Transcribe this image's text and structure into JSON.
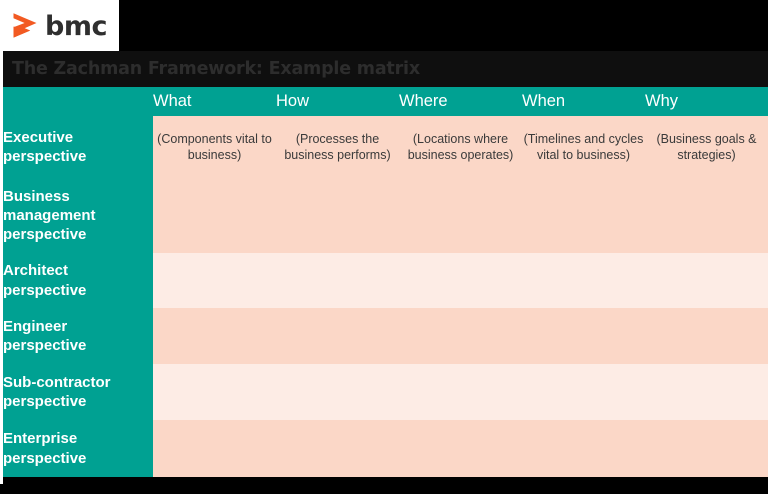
{
  "brand": {
    "logo_word": "bmc",
    "logo_mark_name": "bmc-chevron-logo",
    "logo_color": "#f25a22",
    "wordmark_color": "#2f2f2f"
  },
  "title": {
    "text": "The Zachman Framework: Example matrix"
  },
  "colors": {
    "accent_teal": "#00a192",
    "row_dark": "#fbd7c7",
    "row_light": "#fdece5",
    "background": "#000000",
    "grid_line": "#ffffff",
    "cell_text": "#3a3a3a",
    "header_text": "#ffffff"
  },
  "matrix": {
    "corner_label": "",
    "columns": [
      "What",
      "How",
      "Where",
      "When",
      "Why"
    ],
    "rows": [
      {
        "label": "Executive perspective",
        "shade": "dark",
        "cells": [
          "(Components vital to business)",
          "(Processes the business performs)",
          "(Locations where business operates)",
          "(Timelines and cycles vital to business)",
          "(Business goals & strategies)"
        ]
      },
      {
        "label": "Business management perspective",
        "shade": "dark",
        "cells": [
          "",
          "",
          "",
          "",
          ""
        ]
      },
      {
        "label": "Architect perspective",
        "shade": "light",
        "cells": [
          "",
          "",
          "",
          "",
          ""
        ]
      },
      {
        "label": "Engineer perspective",
        "shade": "dark",
        "cells": [
          "",
          "",
          "",
          "",
          ""
        ]
      },
      {
        "label": "Sub-contractor perspective",
        "shade": "light",
        "cells": [
          "",
          "",
          "",
          "",
          ""
        ]
      },
      {
        "label": "Enterprise perspective",
        "shade": "dark",
        "cells": [
          "",
          "",
          "",
          "",
          ""
        ]
      }
    ]
  }
}
